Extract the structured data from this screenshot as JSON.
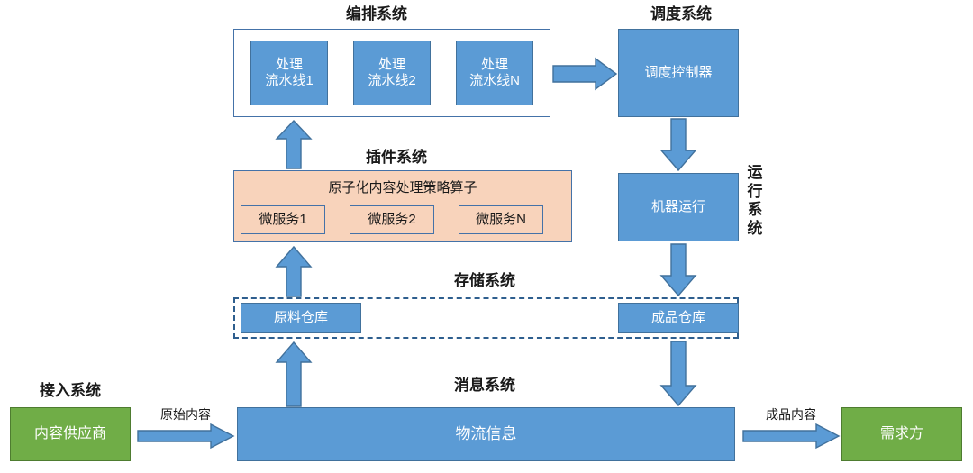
{
  "diagram": {
    "title_orchestration": "编排系统",
    "title_scheduling": "调度系统",
    "title_plugin": "插件系统",
    "title_storage": "存储系统",
    "title_message": "消息系统",
    "title_access": "接入系统",
    "title_runtime_vertical": [
      "运",
      "行",
      "系",
      "统"
    ]
  },
  "orchestration": {
    "pipelines": [
      {
        "line1": "处理",
        "line2": "流水线1"
      },
      {
        "line1": "处理",
        "line2": "流水线2"
      },
      {
        "line1": "处理",
        "line2": "流水线N"
      }
    ]
  },
  "scheduling": {
    "controller": "调度控制器",
    "machine_runtime": "机器运行"
  },
  "plugin": {
    "panel_label": "原子化内容处理策略算子",
    "microservices": [
      "微服务1",
      "微服务2",
      "微服务N"
    ]
  },
  "storage": {
    "raw_warehouse": "原料仓库",
    "finished_warehouse": "成品仓库"
  },
  "message": {
    "logistics_bar": "物流信息"
  },
  "endpoints": {
    "supplier": "内容供应商",
    "consumer": "需求方"
  },
  "flow_labels": {
    "raw_content": "原始内容",
    "finished_content": "成品内容"
  },
  "colors": {
    "blue_fill": "#5B9BD5",
    "blue_stroke": "#41719C",
    "green_fill": "#70AD47",
    "peach_fill": "#F8D3BB",
    "container_stroke": "#4472A8",
    "dashed_stroke": "#2E5E8E"
  }
}
